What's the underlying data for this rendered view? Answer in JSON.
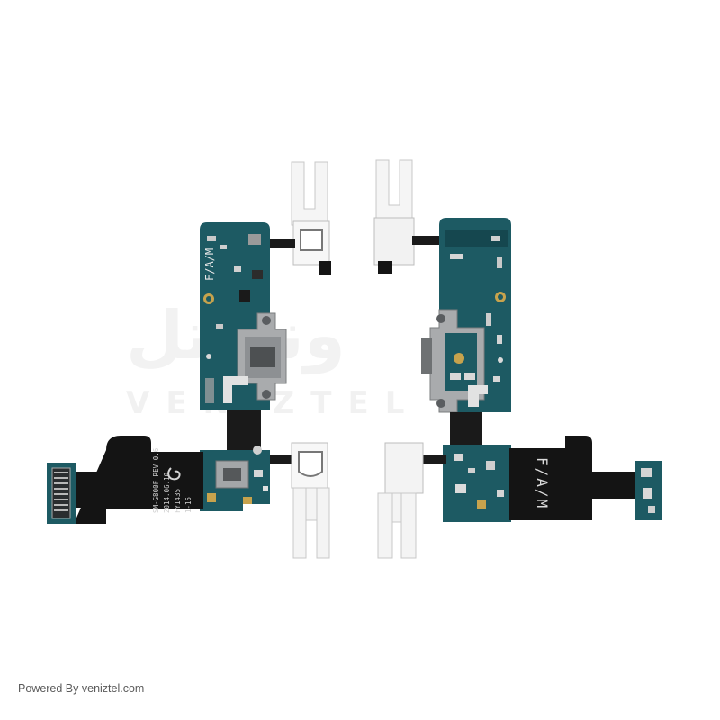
{
  "watermark": {
    "persian": "ونیزتل",
    "latin": "VENIZTEL"
  },
  "left_part": {
    "board_label_top": "F/A/M",
    "flex_text": [
      "SM-G800F REV 0.6",
      "2014.06.10",
      "FY1435",
      "1-15"
    ]
  },
  "right_part": {
    "flex_label": "F/A/M"
  },
  "footer": {
    "credit": "Powered By veniztel.com"
  },
  "colors": {
    "pcb": "#1d5a63",
    "pcb_dark": "#15474f",
    "flex": "#151515",
    "bracket": "#f4f4f4",
    "metal": "#a7a9ab"
  }
}
